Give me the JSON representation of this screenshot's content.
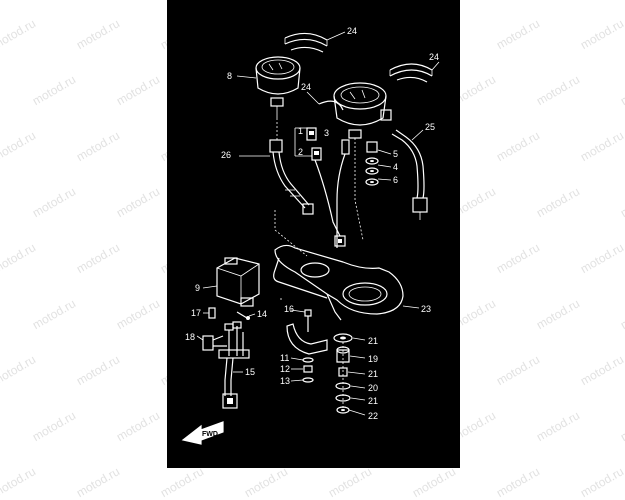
{
  "watermark": {
    "text": "motod.ru"
  },
  "diagram": {
    "direction_label": "FWD",
    "callouts": [
      "1",
      "2",
      "3",
      "4",
      "5",
      "6",
      "8",
      "9",
      "11",
      "12",
      "13",
      "14",
      "15",
      "16",
      "17",
      "18",
      "19",
      "20",
      "21",
      "21",
      "21",
      "22",
      "23",
      "24",
      "24",
      "25",
      "26"
    ]
  },
  "colors": {
    "panel": "#000000",
    "lines": "#ffffff",
    "watermark": "#e2e2e2"
  }
}
